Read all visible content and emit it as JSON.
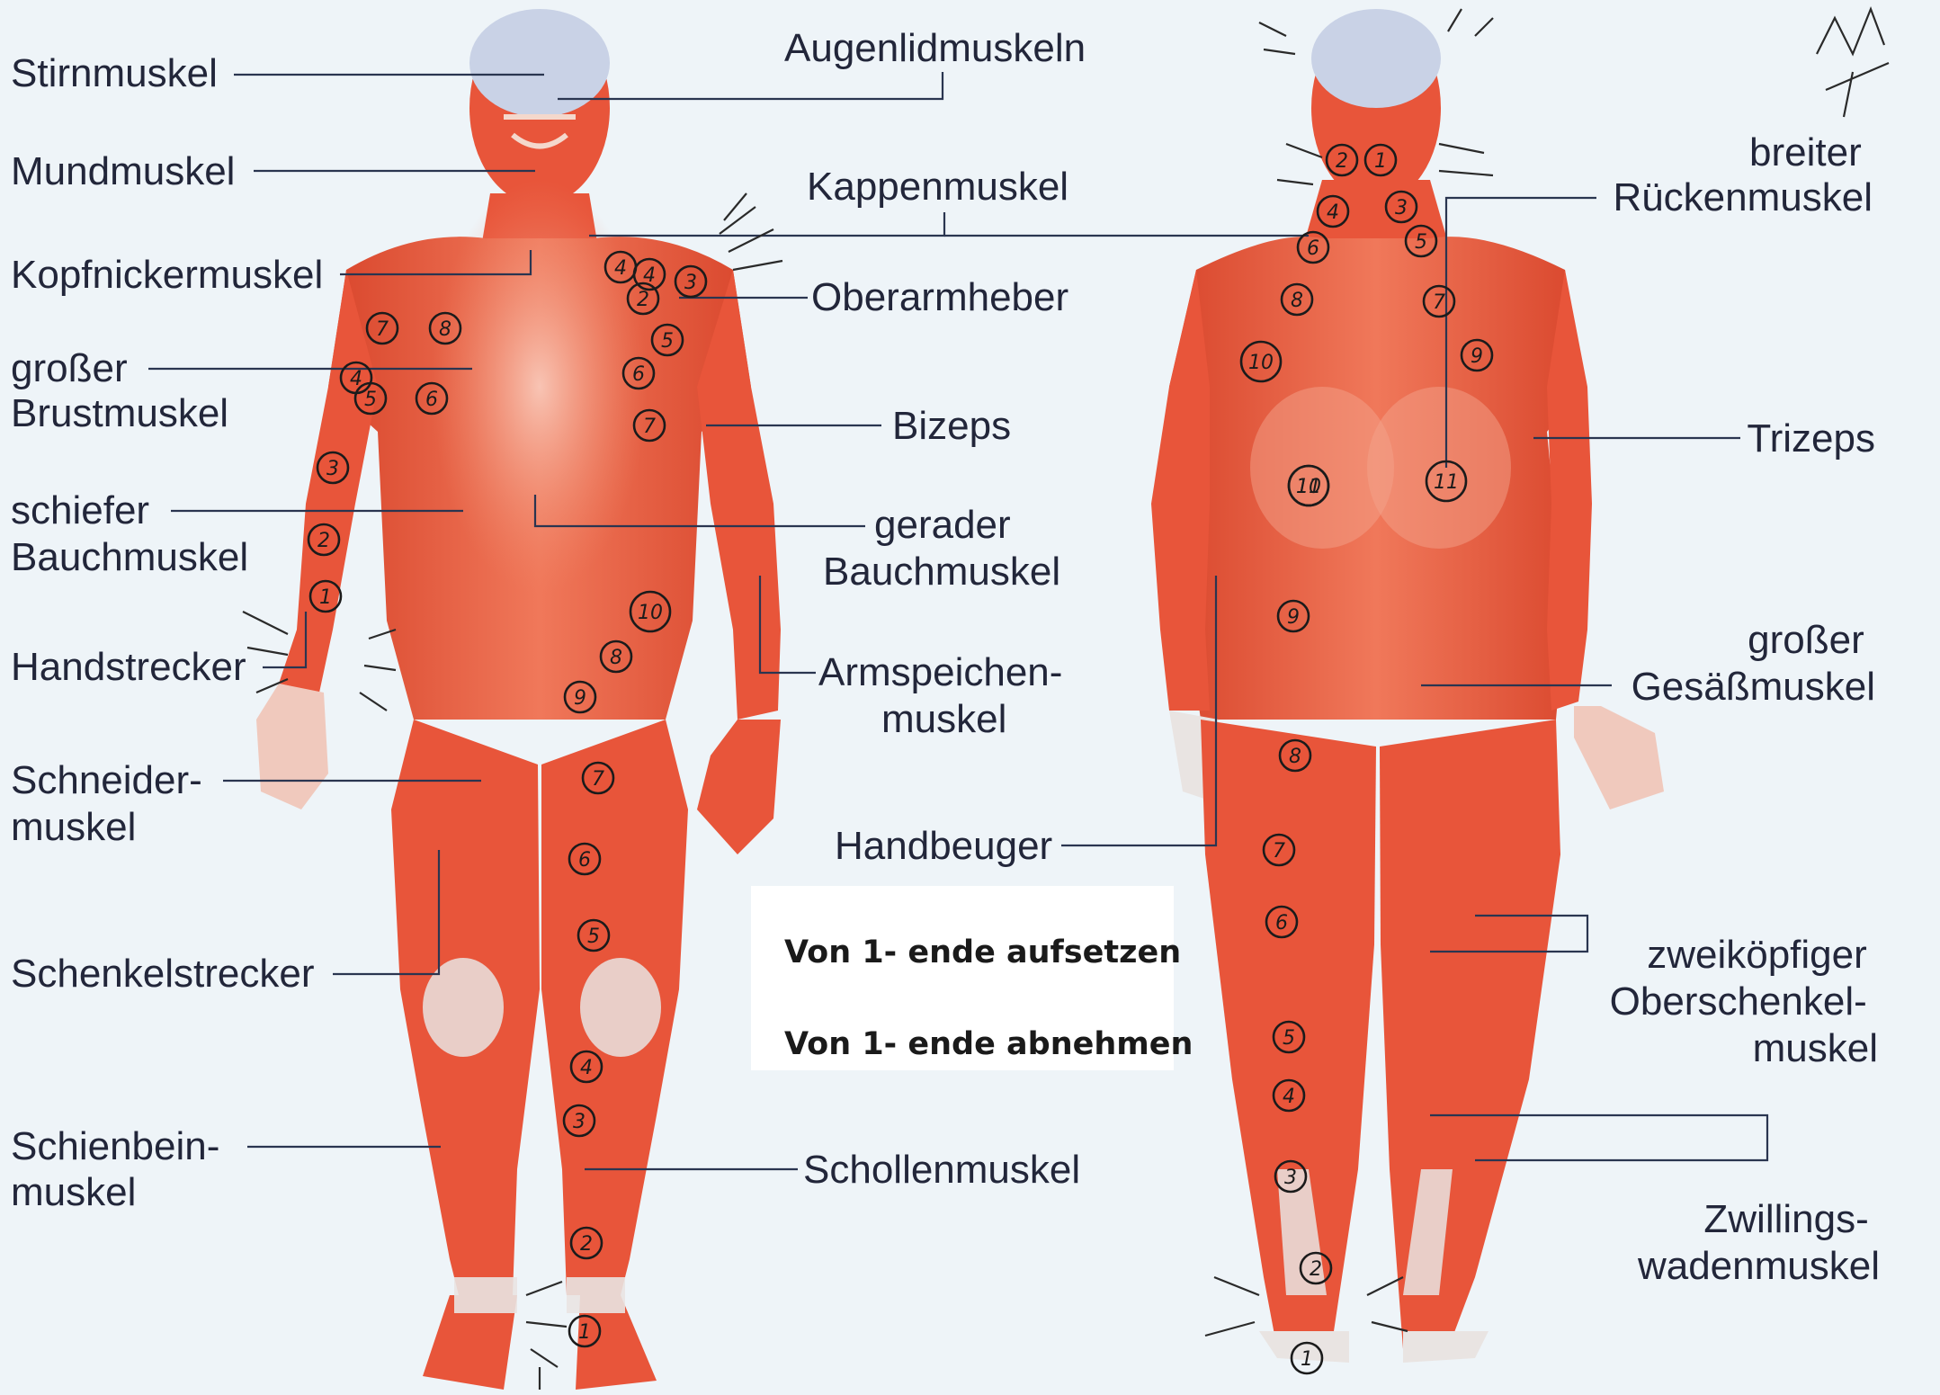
{
  "labels": {
    "stirnmuskel": [
      "Stirnmuskel"
    ],
    "mundmuskel": [
      "Mundmuskel"
    ],
    "kopfnickermuskel": [
      "Kopfnickermuskel"
    ],
    "grosser_brustmuskel": [
      "großer",
      "Brustmuskel"
    ],
    "schiefer_bauchmuskel": [
      "schiefer",
      "Bauchmuskel"
    ],
    "handstrecker": [
      "Handstrecker"
    ],
    "schneidermuskel": [
      "Schneider-",
      "muskel"
    ],
    "schenkelstrecker": [
      "Schenkelstrecker"
    ],
    "schienbeinmuskel": [
      "Schienbein-",
      "muskel"
    ],
    "augenlidmuskeln": [
      "Augenlidmuskeln"
    ],
    "kappenmuskel": [
      "Kappenmuskel"
    ],
    "oberarmheber": [
      "Oberarmheber"
    ],
    "bizeps": [
      "Bizeps"
    ],
    "gerader_bauchmuskel": [
      "gerader",
      "Bauchmuskel"
    ],
    "armspeichenmuskel": [
      "Armspeichen-",
      "muskel"
    ],
    "handbeuger": [
      "Handbeuger"
    ],
    "schollenmuskel": [
      "Schollenmuskel"
    ],
    "breiter_rueckenmuskel": [
      "breiter",
      "Rückenmuskel"
    ],
    "trizeps": [
      "Trizeps"
    ],
    "grosser_gesaessmuskel": [
      "großer",
      "Gesäßmuskel"
    ],
    "zweikoepfiger_oberschenkelmuskel": [
      "zweiköpfiger",
      "Oberschenkel-",
      "muskel"
    ],
    "zwillingswadenmuskel": [
      "Zwillings-",
      "wadenmuskel"
    ]
  },
  "notes": {
    "line1": "Von 1- ende aufsetzen",
    "line2": "Von 1- ende abnehmen"
  },
  "front_markers": [
    "1",
    "2",
    "3",
    "4",
    "5",
    "6",
    "7",
    "8",
    "9",
    "10",
    "1",
    "2",
    "3",
    "4",
    "5",
    "6",
    "7",
    "8",
    "4",
    "2",
    "3",
    "4",
    "5",
    "6",
    "7"
  ],
  "back_markers": [
    "1",
    "2",
    "3",
    "4",
    "5",
    "6",
    "7",
    "8",
    "9",
    "10",
    "11",
    "2",
    "1",
    "4",
    "3",
    "6",
    "5",
    "8",
    "7",
    "10",
    "9",
    "11"
  ],
  "signature_text": "Willi 12e",
  "colors": {
    "background": "#eef4f8",
    "muscle": "#e8553a",
    "muscle_light": "#f08a6c",
    "tendon": "#e9e4e2",
    "skin_head": "#c9d2e6",
    "leader_line": "#2a3550",
    "label_text": "#22263a"
  }
}
